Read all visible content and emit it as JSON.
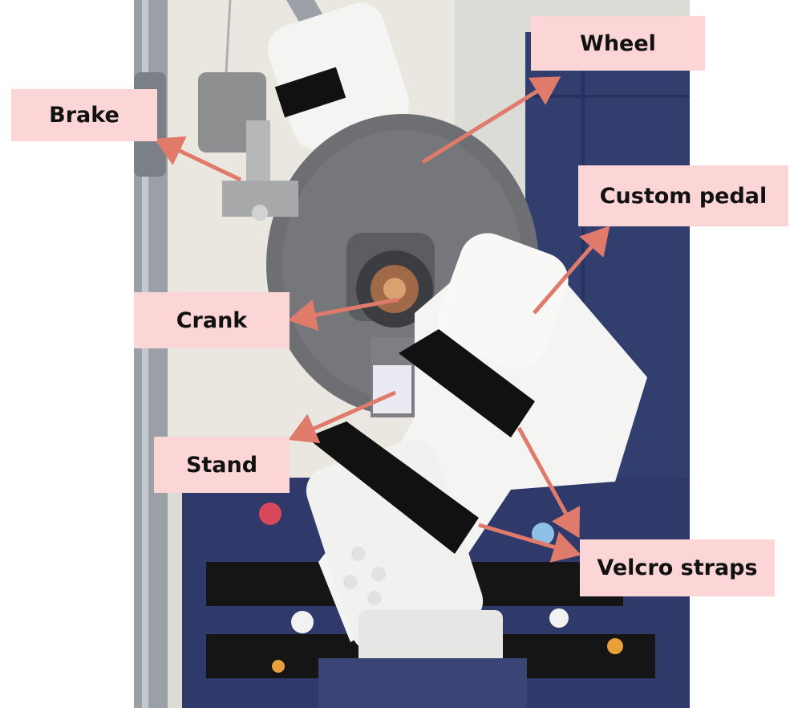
{
  "labels": {
    "wheel": "Wheel",
    "brake": "Brake",
    "custom_pedal": "Custom pedal",
    "crank": "Crank",
    "stand": "Stand",
    "velcro_straps": "Velcro straps"
  },
  "colors": {
    "label_bg": "#fcd6d6",
    "arrow": "#e07b6c",
    "wheel_gray": "#6d6f72",
    "pedal_white": "#f4f4f2",
    "base_blue": "#2f3a6b",
    "strap_black": "#111111"
  }
}
